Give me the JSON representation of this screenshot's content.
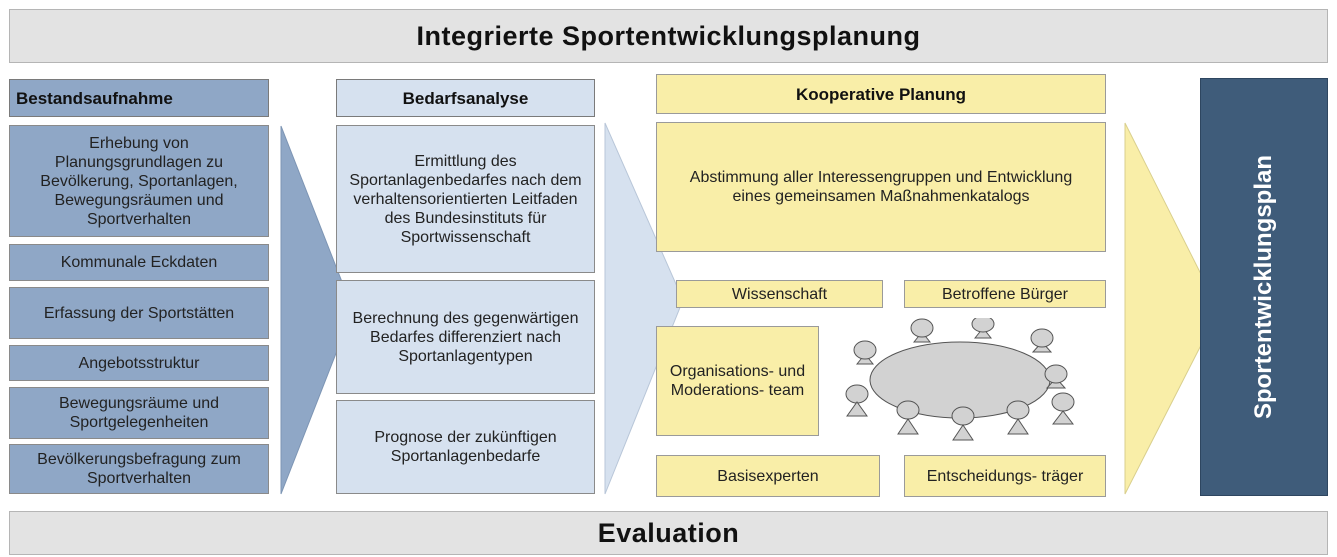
{
  "title": "Integrierte Sportentwicklungsplanung",
  "footer": "Evaluation",
  "column1": {
    "header": "Bestandsaufnahme",
    "items": [
      "Erhebung von Planungsgrundlagen zu Bevölkerung, Sportanlagen, Bewegungsräumen und Sportverhalten",
      "Kommunale Eckdaten",
      "Erfassung der Sportstätten",
      "Angebotsstruktur",
      "Bewegungsräume und Sportgelegenheiten",
      "Bevölkerungsbefragung zum Sportverhalten"
    ]
  },
  "column2": {
    "header": "Bedarfsanalyse",
    "items": [
      "Ermittlung des Sportanlagenbedarfes nach dem verhaltensorientierten Leitfaden des Bundesinstituts für Sportwissenschaft",
      "Berechnung des gegenwärtigen Bedarfes differenziert nach Sportanlagentypen",
      "Prognose der zukünftigen Sportanlagenbedarfe"
    ]
  },
  "column3": {
    "header": "Kooperative Planung",
    "main": "Abstimmung aller Interessengruppen und Entwicklung eines gemeinsamen Maßnahmenkatalogs",
    "wissenschaft": "Wissenschaft",
    "buerger": "Betroffene Bürger",
    "team": "Organisations- und Moderations- team",
    "basis": "Basisexperten",
    "entscheidung": "Entscheidungs- träger"
  },
  "result": "Sportentwicklungsplan",
  "colors": {
    "banner": "#e3e3e3",
    "blue_dark": "#8fa7c6",
    "blue_light": "#d6e1ef",
    "yellow": "#f9eea8",
    "navy": "#3f5c7a"
  }
}
